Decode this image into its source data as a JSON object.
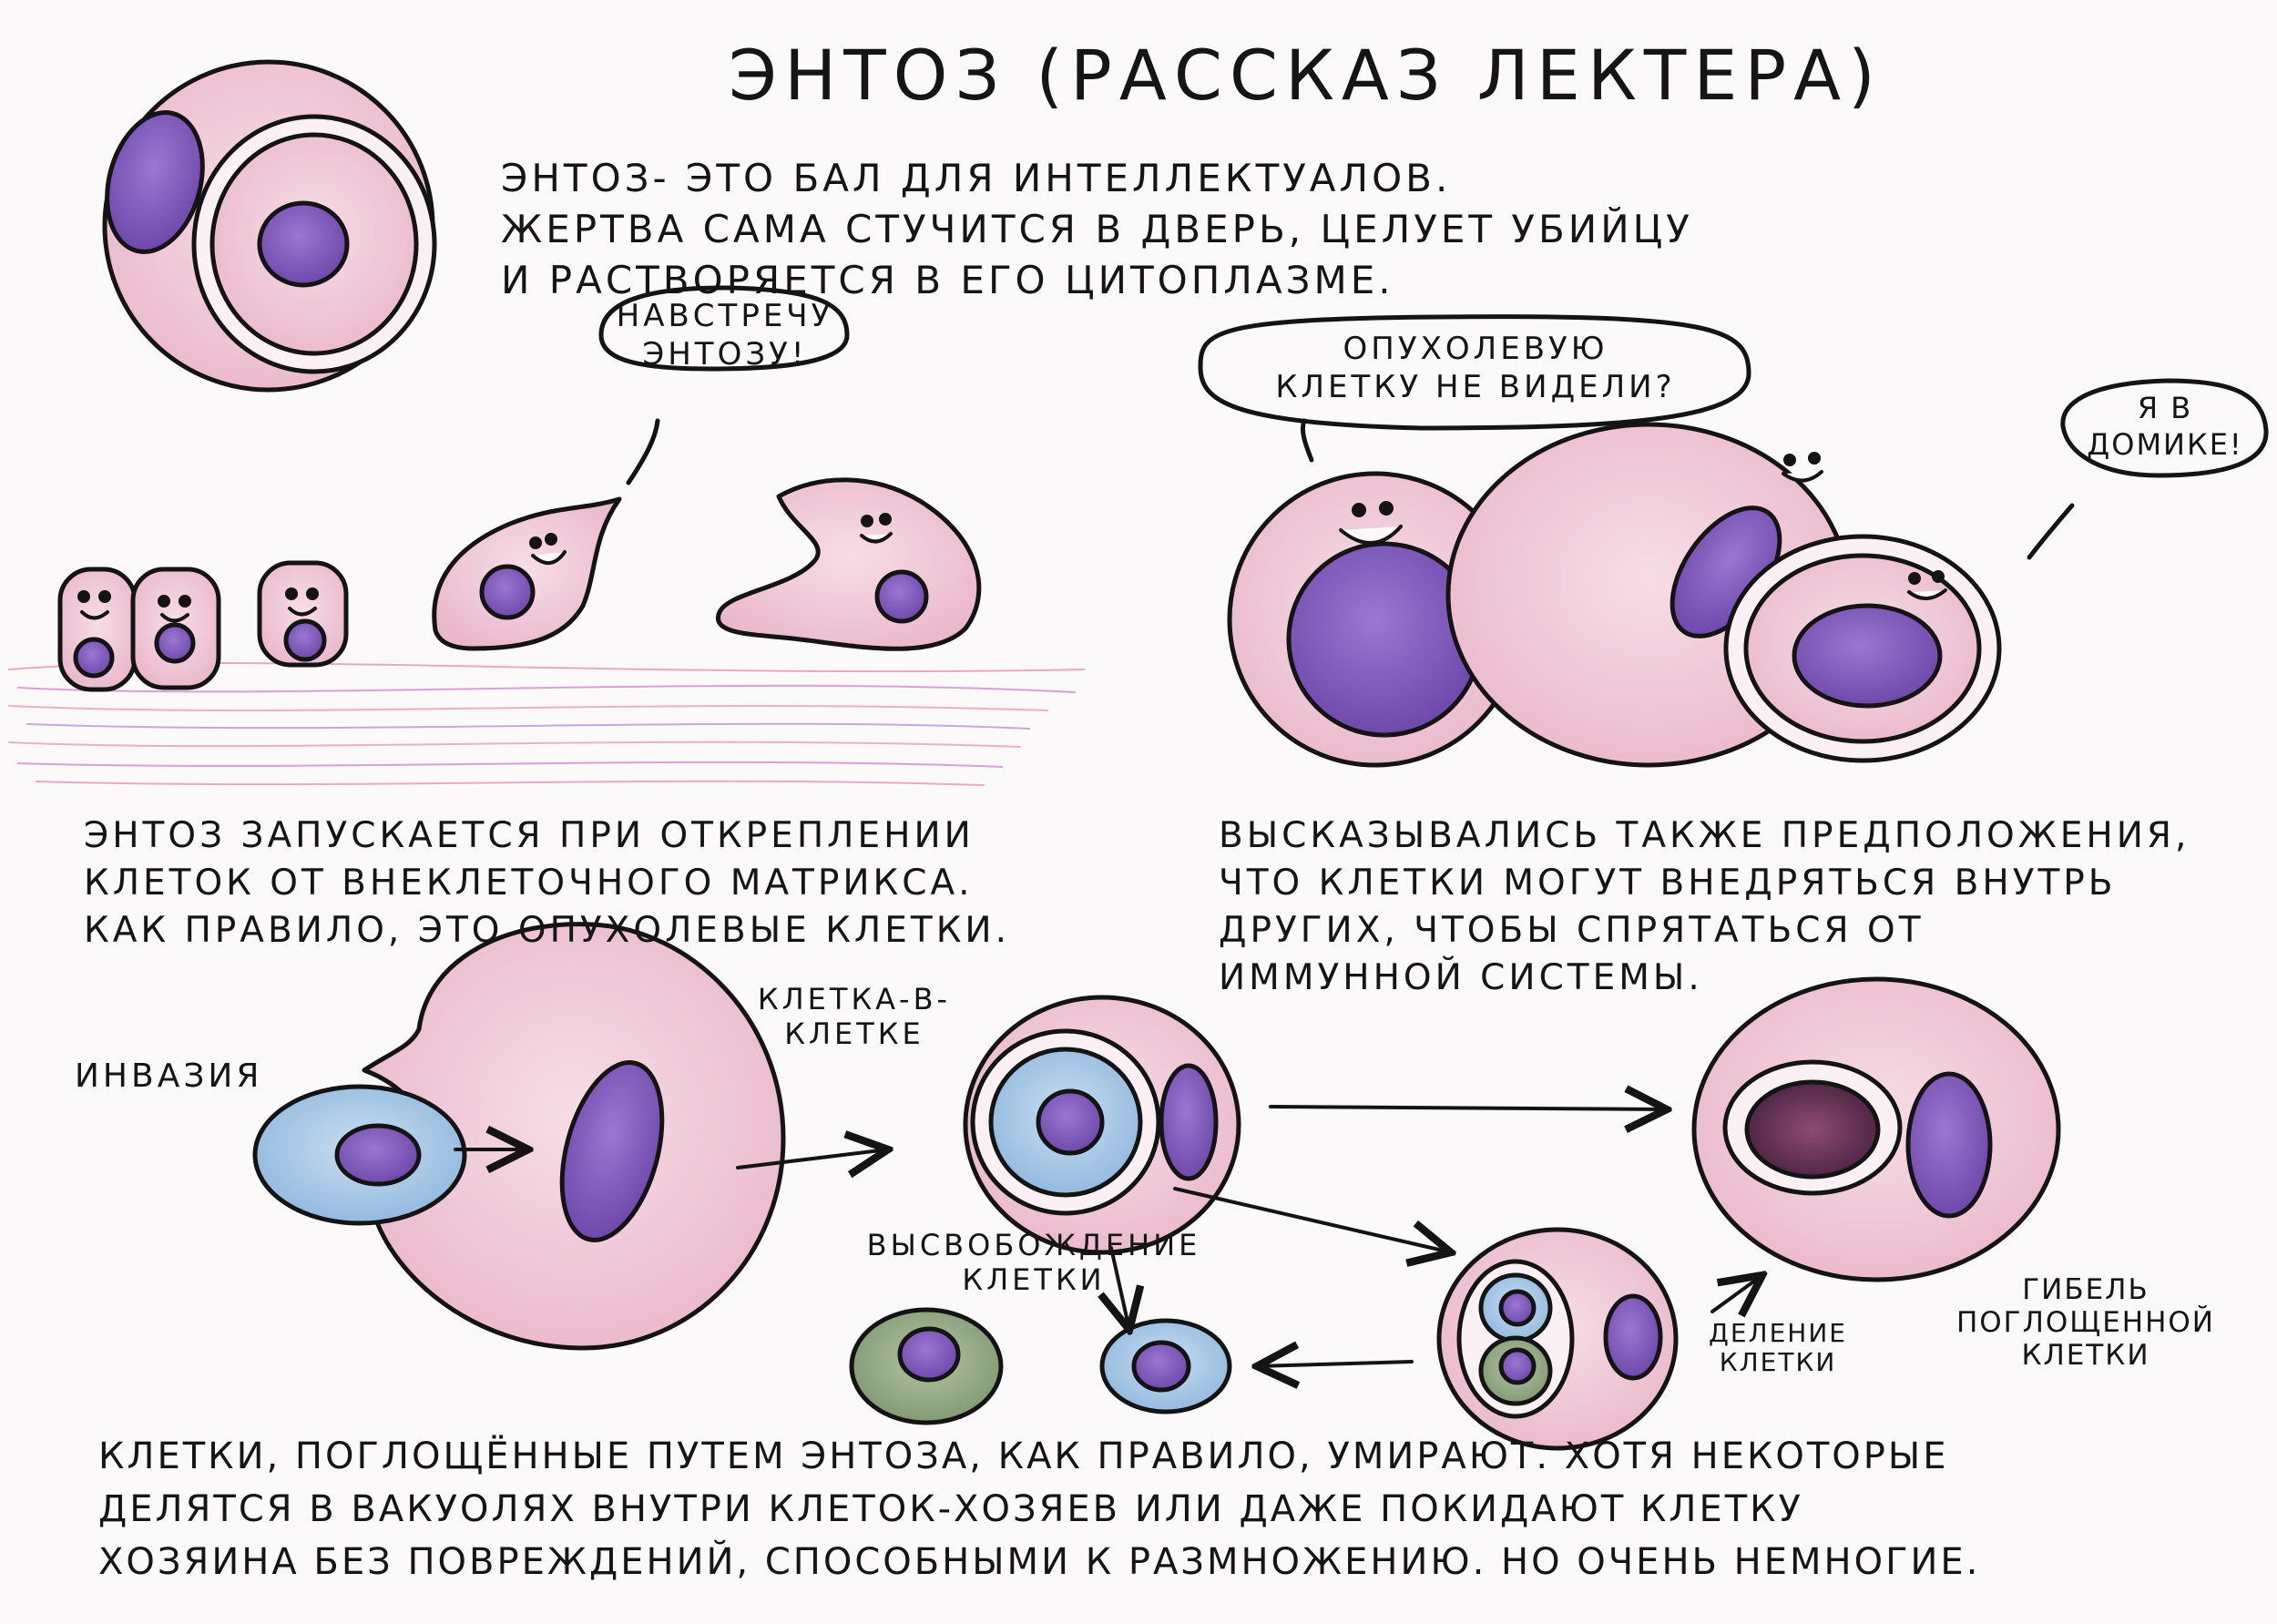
{
  "title": "Энтоз (рассказ Лектера)",
  "intro": [
    "Энтоз- это бал для интеллектуалов.",
    "Жертва сама стучится в дверь, целует убийцу",
    "и растворяется в его цитоплазме."
  ],
  "bubbles": {
    "meet": [
      "навстречу",
      "энтозу!"
    ],
    "seen": [
      "опухолевую",
      "клетку не видели?"
    ],
    "house": [
      "я в",
      "домике!"
    ]
  },
  "left_paragraph": [
    "Энтоз запускается при откреплении",
    "клеток от внеклеточного матрикса.",
    "Как правило, это опухолевые клетки."
  ],
  "right_paragraph": [
    "Высказывались также предположения,",
    "что клетки могут внедряться внутрь",
    "других, чтобы спрятаться от",
    "иммунной системы."
  ],
  "labels": {
    "invasion": "инвазия",
    "cell_in_cell": [
      "клетка-в-",
      "клетке"
    ],
    "release": [
      "высвобождение",
      "клетки"
    ],
    "division": [
      "деление",
      "клетки"
    ],
    "death": [
      "гибель",
      "поглощенной",
      "клетки"
    ]
  },
  "final_paragraph": [
    "Клетки, поглощённые путем энтоза, как правило, умирают. Хотя некоторые",
    "делятся в вакуолях внутри клеток-хозяев или даже покидают клетку",
    "хозяина без повреждений, способными к размножению. Но очень немногие."
  ],
  "colors": {
    "outline": "#141414",
    "cytoplasm_pink": "#f0c7d6",
    "nucleus_purple": "#7a55b8",
    "nucleus_dark": "#4e2f86",
    "invader_blue": "#9cc4e4",
    "green_cell": "#8aa27c",
    "dead_core": "#5a2a4a"
  }
}
